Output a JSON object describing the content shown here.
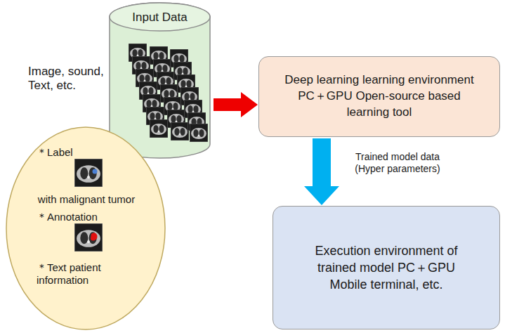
{
  "diagram": {
    "nodes": [
      {
        "text": [
          "Input Data"
        ]
      },
      {
        "text": [
          "＊Label",
          "with malignant tumor",
          "＊Annotation",
          "＊Text patient information"
        ]
      },
      {
        "text": [
          "Deep learning learning environment PC＋GPU Open-source based learning tool"
        ]
      },
      {
        "text": [
          "Execution environment of trained model PC＋GPU Mobile terminal, etc."
        ]
      }
    ],
    "edges": [
      {
        "from": 0,
        "to": 2,
        "arrow": "to"
      },
      {
        "from": 2,
        "to": 3,
        "label": "Trained model data (Hyper parameters)",
        "arrow": "to"
      }
    ],
    "labels": [
      "Image, sound, Text, etc."
    ]
  }
}
